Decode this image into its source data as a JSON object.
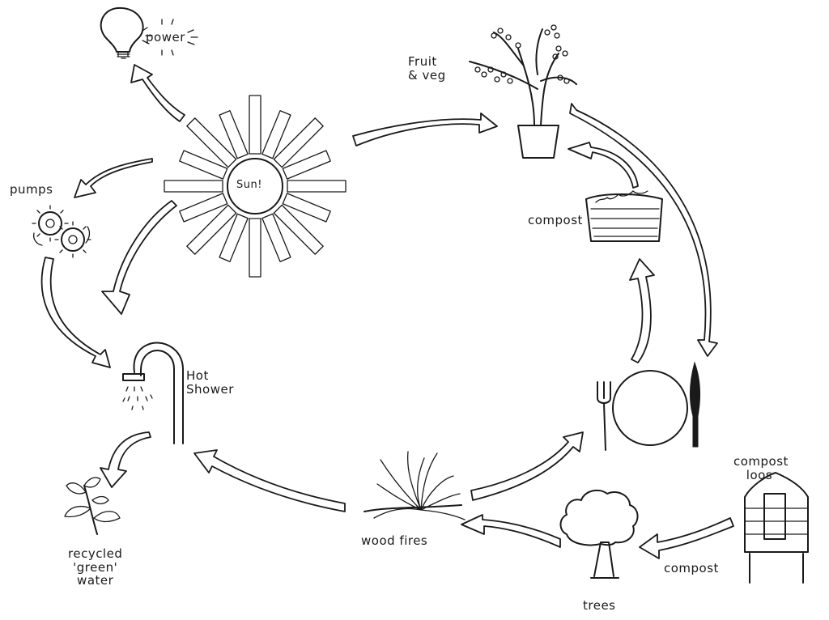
{
  "labels": {
    "power": "power",
    "pumps": "pumps",
    "sun": "Sun!",
    "fruit_veg": "Fruit\n& veg",
    "compost": "compost",
    "hot_shower": "Hot\nShower",
    "recycled_water": "recycled\n'green'\nwater",
    "wood_fires": "wood fires",
    "trees": "trees",
    "compost_arrow": "compost",
    "compost_loos": "compost\n   loos"
  }
}
